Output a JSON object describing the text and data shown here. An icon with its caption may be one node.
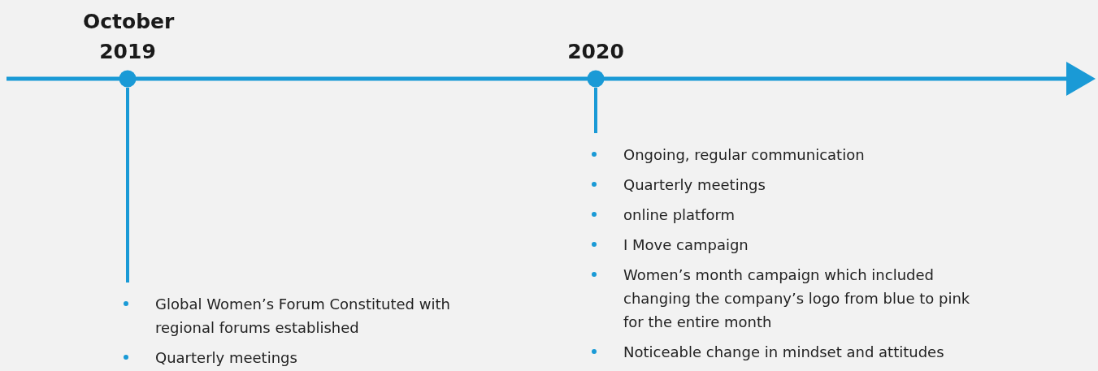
{
  "diagram": {
    "nodes": [
      {
        "text": [
          "October 2019"
        ]
      },
      {
        "text": [
          "Global Women’s Forum Constituted with regional forums established",
          "Quarterly meetings"
        ]
      },
      {
        "text": [
          "2020"
        ]
      },
      {
        "text": [
          "Ongoing, regular communication",
          "Quarterly meetings",
          "online platform",
          "I Move campaign",
          "Women’s month campaign which included changing the company’s logo from blue to pink for the entire month",
          "Noticeable change in mindset and attitudes"
        ]
      }
    ],
    "edges": [
      {
        "from": 0,
        "to": 1,
        "arrow": "none"
      },
      {
        "from": 2,
        "to": 3,
        "arrow": "none"
      }
    ]
  }
}
